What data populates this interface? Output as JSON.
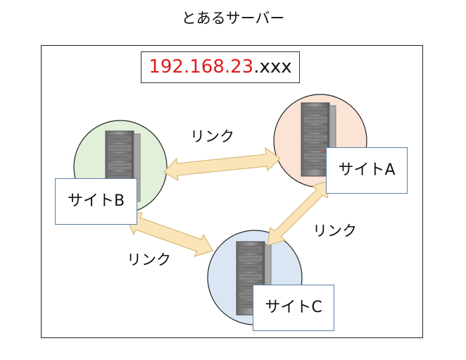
{
  "title": "とあるサーバー",
  "ip": {
    "highlight": "192.168.23",
    "suffix": ".xxx",
    "highlight_color": "#e01b1b"
  },
  "sites": [
    {
      "label": "サイトA",
      "circle_color": "#fbe3d6"
    },
    {
      "label": "サイトB",
      "circle_color": "#e2efd9"
    },
    {
      "label": "サイトC",
      "circle_color": "#dae6f3"
    }
  ],
  "links": [
    {
      "label": "リンク",
      "between": [
        "サイトB",
        "サイトA"
      ]
    },
    {
      "label": "リンク",
      "between": [
        "サイトA",
        "サイトC"
      ]
    },
    {
      "label": "リンク",
      "between": [
        "サイトB",
        "サイトC"
      ]
    }
  ],
  "colors": {
    "arrow_fill": "#fbe5b8",
    "arrow_stroke": "#d8b878"
  },
  "icons": [
    "server-rack-icon"
  ]
}
